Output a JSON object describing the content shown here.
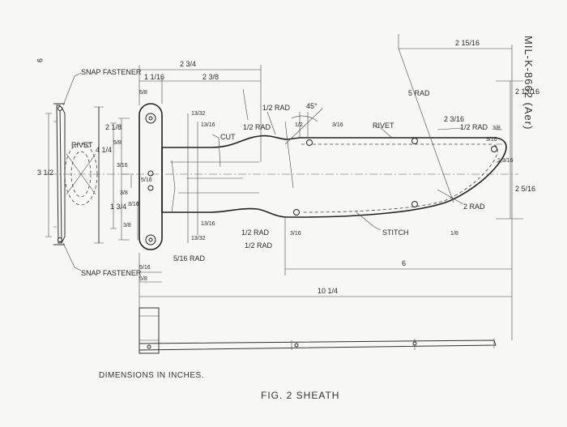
{
  "page_number": "9",
  "spec_number": "MIL-K-8662 (Aer)",
  "figure_caption": "FIG. 2   SHEATH",
  "units_note": "DIMENSIONS  IN  INCHES.",
  "labels": {
    "snap_fastener_top": "SNAP FASTENER",
    "snap_fastener_bottom": "SNAP FASTENER",
    "rivet_left": "RIVET",
    "rivet_right": "RIVET",
    "cut": "CUT",
    "stitch": "STITCH",
    "rad_5": "5 RAD",
    "rad_2": "2 RAD",
    "rad_half_top": "1/2 RAD",
    "rad_half_mid": "1/2 RAD",
    "rad_half_low1": "1/2 RAD",
    "rad_half_low2": "1/2 RAD",
    "rad_half_right": "1/2 RAD",
    "rad_5_16": "5/16 RAD",
    "angle_45": "45°"
  },
  "dimensions": {
    "d_2_3_4": "2 3/4",
    "d_1_1_16": "1 1/16",
    "d_2_3_8": "2 3/8",
    "d_2_15_16": "2 15/16",
    "d_2_13_16": "2 13/16",
    "d_2_5_16": "2 5/16",
    "d_2_3_16": "2 3/16",
    "d_10_1_4": "10 1/4",
    "d_6": "6",
    "d_2_1_8": "2 1/8",
    "d_4_1_4": "4 1/4",
    "d_3_1_2": "3 1/2",
    "d_1_3_4": "1 3/4",
    "d_5_8_a": "5/8",
    "d_5_8_b": "5/8",
    "d_5_16_a": "5/16",
    "d_5_16_b": "5/16",
    "d_3_16_a": "3/16",
    "d_3_16_b": "3/16",
    "d_3_16_c": "3/16",
    "d_3_16_d": "3/16",
    "d_3_16_e": "3/16",
    "d_3_8_a": "3/8",
    "d_3_8_b": "3/8",
    "d_3_8_c": "3/8",
    "d_1_8": "1/8",
    "d_1_2": "1/2",
    "d_13_32_a": "13/32",
    "d_13_32_b": "13/32",
    "d_13_16_a": "13/16",
    "d_13_16_b": "13/16",
    "d_1_3_16": "1 3/16",
    "d_5_8_c": "5/8"
  }
}
